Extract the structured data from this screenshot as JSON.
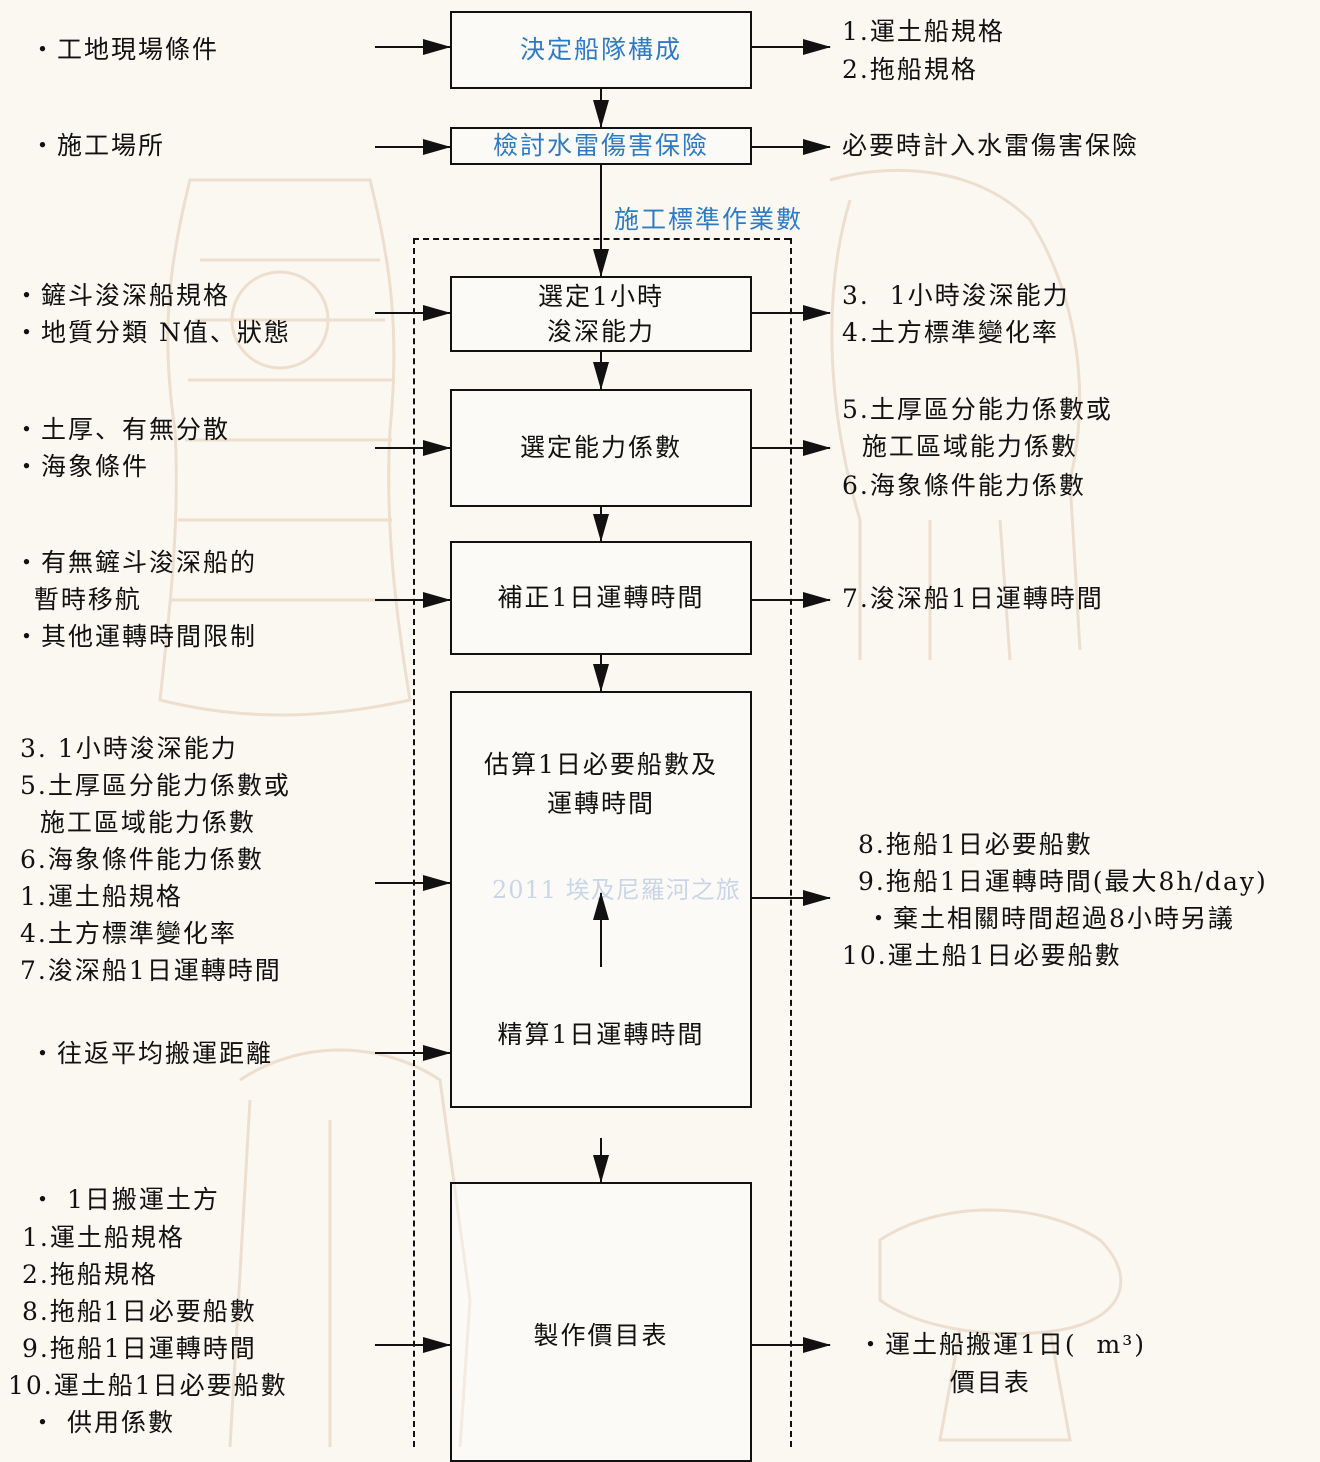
{
  "boxes": {
    "fleet": "決定船隊構成",
    "insurance": "檢討水雷傷害保險",
    "hourly_line1": "選定1小時",
    "hourly_line2": "浚深能力",
    "coefficient": "選定能力係數",
    "correct_line1": "補正1日運轉時間",
    "estimate_line1": "估算1日必要船數及",
    "estimate_line2": "運轉時間",
    "refine": "精算1日運轉時間",
    "price": "製作價目表"
  },
  "standard_label": "施工標準作業數",
  "watermark": "2011 埃及尼羅河之旅",
  "inputs": {
    "fleet": [
      "・工地現場條件"
    ],
    "insurance": [
      "・施工場所"
    ],
    "hourly": [
      "・鏟斗浚深船規格",
      "・地質分類 N值、狀態"
    ],
    "coefficient": [
      "・土厚、有無分散",
      "・海象條件"
    ],
    "correct": [
      "・有無鏟斗浚深船的",
      "  暫時移航",
      "・其他運轉時間限制"
    ],
    "estimate": [
      "3. 1小時浚深能力",
      "5.土厚區分能力係數或",
      "  施工區域能力係數",
      "6.海象條件能力係數",
      "1.運土船規格",
      "4.土方標準變化率",
      "7.浚深船1日運轉時間"
    ],
    "refine": [
      "・往返平均搬運距離"
    ],
    "price": [
      "・ 1日搬運土方",
      "1.運土船規格",
      "2.拖船規格",
      "8.拖船1日必要船數",
      "9.拖船1日運轉時間",
      "10.運土船1日必要船數",
      "・ 供用係數"
    ]
  },
  "outputs": {
    "fleet": [
      "1.運土船規格",
      "2.拖船規格"
    ],
    "insurance": [
      "必要時計入水雷傷害保險"
    ],
    "hourly": [
      "3.  1小時浚深能力",
      "4.土方標準變化率"
    ],
    "coefficient": [
      "5.土厚區分能力係數或",
      "  施工區域能力係數",
      "6.海象條件能力係數"
    ],
    "correct": [
      "7.浚深船1日運轉時間"
    ],
    "estimate": [
      "8.拖船1日必要船數",
      "9.拖船1日運轉時間(最大8h/day)",
      "・棄土相關時間超過8小時另議",
      "10.運土船1日必要船數"
    ],
    "price": [
      "・運土船搬運1日(  m³)",
      "  價目表"
    ]
  }
}
